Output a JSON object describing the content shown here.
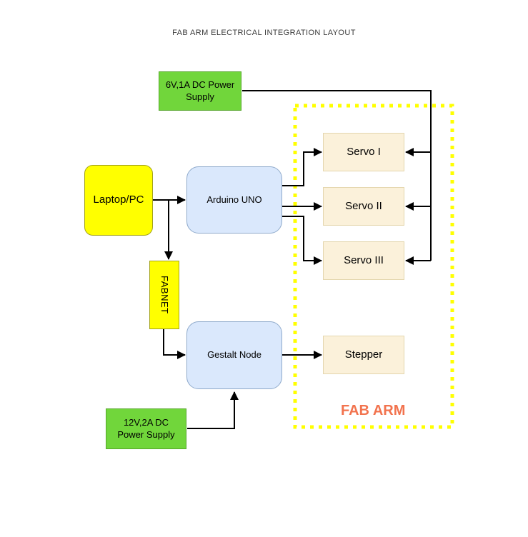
{
  "title": "FAB ARM ELECTRICAL INTEGRATION LAYOUT",
  "nodes": {
    "power6v": {
      "label": "6V,1A DC Power Supply"
    },
    "laptop": {
      "label": "Laptop/PC"
    },
    "arduino": {
      "label": "Arduino UNO"
    },
    "fabnet": {
      "label": "FABNET"
    },
    "gestalt": {
      "label": "Gestalt Node"
    },
    "servo1": {
      "label": "Servo I"
    },
    "servo2": {
      "label": "Servo II"
    },
    "servo3": {
      "label": "Servo III"
    },
    "stepper": {
      "label": "Stepper"
    },
    "power12v": {
      "label": "12V,2A DC Power Supply"
    },
    "fabarm": {
      "label": "FAB ARM"
    }
  },
  "edges": [
    {
      "from": "Laptop/PC",
      "to": "Arduino UNO"
    },
    {
      "from": "Laptop/PC",
      "to": "FABNET"
    },
    {
      "from": "Arduino UNO",
      "to": "Servo I"
    },
    {
      "from": "Arduino UNO",
      "to": "Servo II"
    },
    {
      "from": "Arduino UNO",
      "to": "Servo III"
    },
    {
      "from": "6V,1A DC Power Supply",
      "to": "Servo I"
    },
    {
      "from": "6V,1A DC Power Supply",
      "to": "Servo II"
    },
    {
      "from": "6V,1A DC Power Supply",
      "to": "Servo III"
    },
    {
      "from": "FABNET",
      "to": "Gestalt Node"
    },
    {
      "from": "Gestalt Node",
      "to": "Stepper"
    },
    {
      "from": "12V,2A DC Power Supply",
      "to": "Gestalt Node"
    }
  ],
  "colors": {
    "power_supply_fill": "#71d63b",
    "laptop_fabnet_fill": "#ffff00",
    "controller_fill": "#dae8fc",
    "actuator_fill": "#fbf1da",
    "boundary_stroke": "#ffff00",
    "connector_stroke": "#000000",
    "fab_arm_text": "#f2734e"
  }
}
